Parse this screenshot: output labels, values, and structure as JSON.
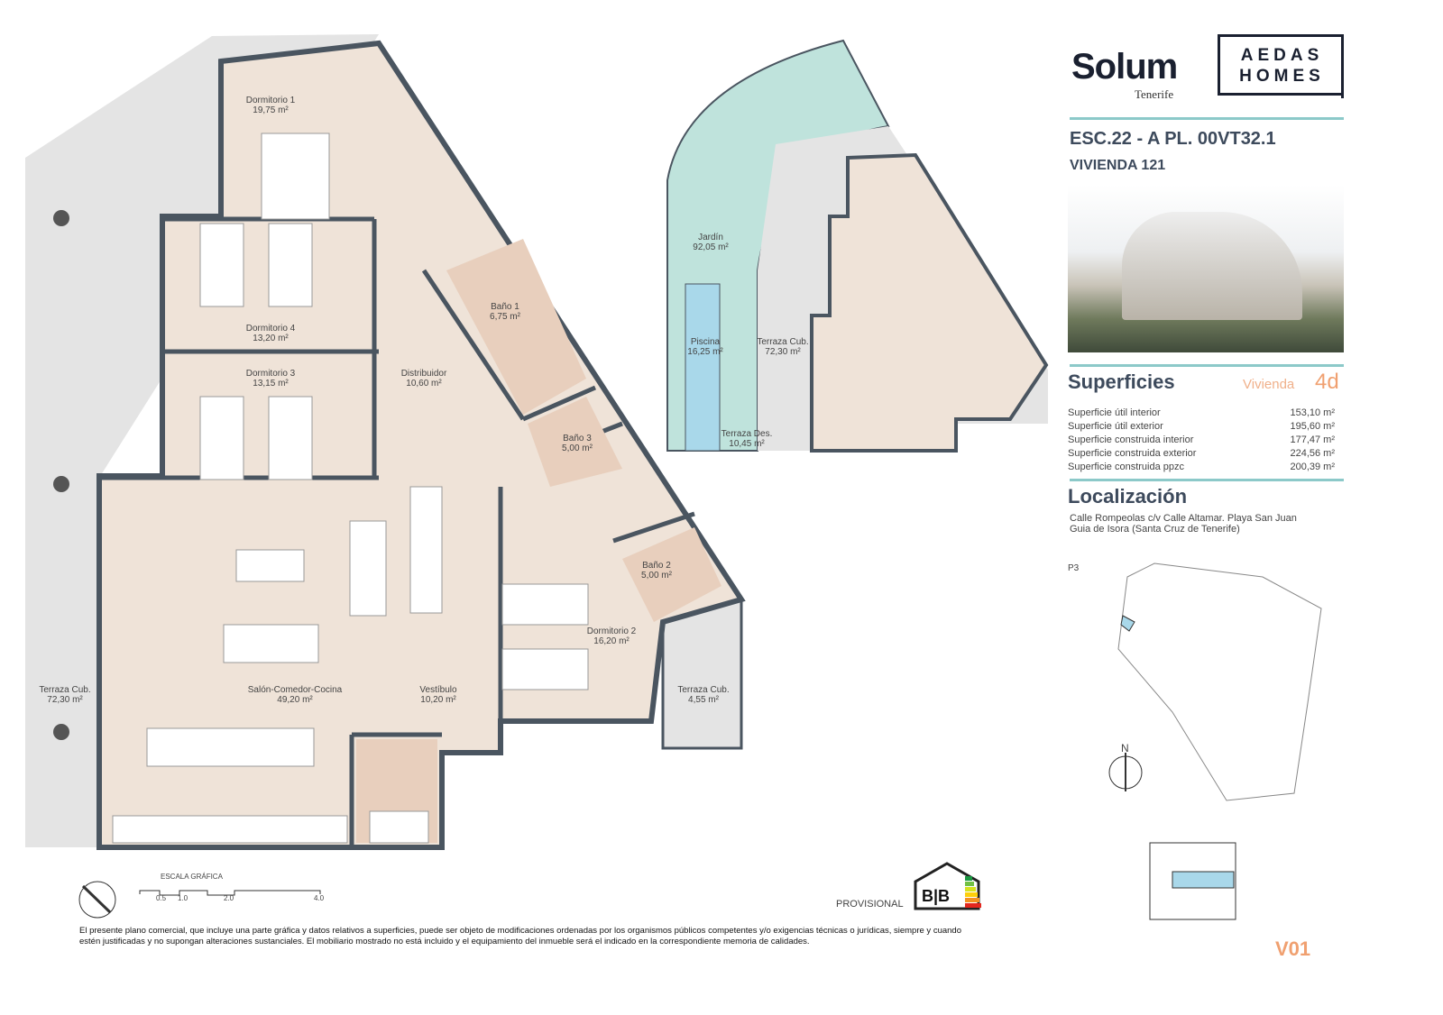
{
  "brand": {
    "name": "Solum",
    "sub": "Tenerife",
    "partner_line1": "AEDAS",
    "partner_line2": "HOMES"
  },
  "unit": {
    "code": "ESC.22 - A  PL. 00VT32.1",
    "name": "VIVIENDA 121"
  },
  "superficies": {
    "title": "Superficies",
    "type_label": "Vivienda",
    "type_value": "4d",
    "rows": [
      {
        "label": "Superficie útil interior",
        "value": "153,10 m²"
      },
      {
        "label": "Superficie útil exterior",
        "value": "195,60 m²"
      },
      {
        "label": "Superficie construida interior",
        "value": "177,47 m²"
      },
      {
        "label": "Superficie construida exterior",
        "value": "224,56 m²"
      },
      {
        "label": "Superficie construida ppzc",
        "value": "200,39 m²"
      }
    ]
  },
  "localizacion": {
    "title": "Localización",
    "line1": "Calle Rompeolas c/v Calle Altamar. Playa San Juan",
    "line2": "Guia de Isora (Santa Cruz de Tenerife)",
    "floor": "P3",
    "north": "N"
  },
  "rooms": [
    {
      "name": "Dormitorio 1",
      "area": "19,75 m²"
    },
    {
      "name": "Dormitorio 4",
      "area": "13,20 m²"
    },
    {
      "name": "Dormitorio 3",
      "area": "13,15 m²"
    },
    {
      "name": "Distribuidor",
      "area": "10,60 m²"
    },
    {
      "name": "Baño 1",
      "area": "6,75 m²"
    },
    {
      "name": "Baño 3",
      "area": "5,00 m²"
    },
    {
      "name": "Baño 2",
      "area": "5,00 m²"
    },
    {
      "name": "Dormitorio 2",
      "area": "16,20 m²"
    },
    {
      "name": "Salón-Comedor-Cocina",
      "area": "49,20 m²"
    },
    {
      "name": "Vestíbulo",
      "area": "10,20 m²"
    },
    {
      "name": "Terraza Cub.",
      "area": "72,30 m²"
    },
    {
      "name": "Terraza Cub.",
      "area": "4,55 m²"
    }
  ],
  "garden_plan": [
    {
      "name": "Jardín",
      "area": "92,05 m²"
    },
    {
      "name": "Piscina",
      "area": "16,25 m²"
    },
    {
      "name": "Terraza Cub.",
      "area": "72,30 m²"
    },
    {
      "name": "Terraza Des.",
      "area": "10,45 m²"
    }
  ],
  "scale": {
    "title": "ESCALA GRÁFICA",
    "ticks": [
      "0.5",
      "1.0",
      "2.0",
      "4.0"
    ]
  },
  "energy": {
    "label": "PROVISIONAL",
    "rating1": "B",
    "rating2": "B"
  },
  "disclaimer": "El presente plano comercial, que incluye una parte gráfica y datos relativos a superficies, puede ser objeto de modificaciones ordenadas por los organismos públicos competentes y/o exigencias técnicas o jurídicas, siempre y cuando estén justificadas y no supongan alteraciones sustanciales. El mobiliario mostrado no está incluido y el equipamiento del inmueble será el indicado en la correspondiente memoria de calidades.",
  "version": "V01",
  "colors": {
    "accent": "#8cc9c9",
    "orange": "#f0a070",
    "wall": "#4a5560",
    "floor": "#efe3d8",
    "terrace": "#e4e4e4"
  }
}
